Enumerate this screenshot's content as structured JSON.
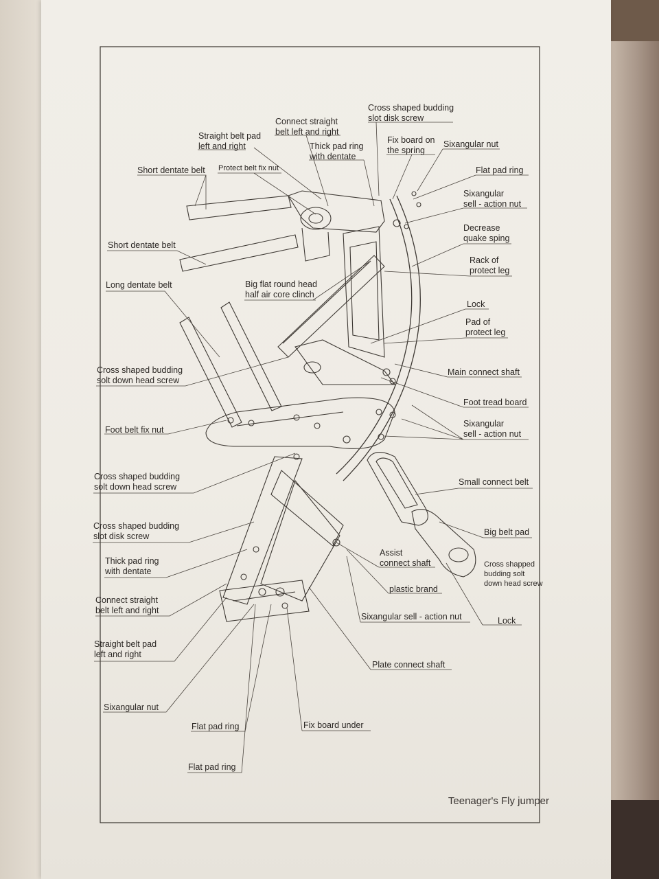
{
  "footer": "Teenager's Fly jumper",
  "labels": {
    "cross_shaped_budding_slot_disk_screw_top": "Cross shaped budding\nslot disk screw",
    "connect_straight_top": "Connect straight\nbelt left and right",
    "straight_belt_pad_top": "Straight belt pad\nleft and right",
    "thick_pad_ring_top": "Thick pad ring\nwith dentate",
    "fix_board_on_spring": "Fix board on\nthe spring",
    "sixangular_nut_top": "Sixangular nut",
    "short_dentate_belt_1": "Short dentate belt",
    "protect_belt_fix_nut": "Protect belt fix nut",
    "flat_pad_ring_top": "Flat pad ring",
    "sixangular_sell_top": "Sixangular\nsell - action nut",
    "decrease_quake_sping": "Decrease\nquake sping",
    "short_dentate_belt_2": "Short dentate belt",
    "rack_of_protect_leg": "Rack of\nprotect leg",
    "long_dentate_belt": "Long dentate belt",
    "big_flat_round_head": "Big flat round head\nhalf air core clinch",
    "lock_top": "Lock",
    "pad_of_protect_leg": "Pad of\nprotect leg",
    "cross_shaped_solt_down_1": "Cross shaped budding\nsolt down head screw",
    "main_connect_shaft": "Main connect shaft",
    "foot_tread_board": "Foot tread board",
    "foot_belt_fix_nut": "Foot belt fix nut",
    "sixangular_sell_mid": "Sixangular\nsell - action nut",
    "cross_shaped_solt_down_2": "Cross shaped budding\nsolt down head screw",
    "small_connect_belt": "Small connect belt",
    "cross_shaped_slot_disk_2": "Cross shaped budding\nslot disk screw",
    "big_belt_pad": "Big belt pad",
    "thick_pad_ring_bottom": "Thick pad ring\nwith dentate",
    "assist_connect_shaft": "Assist\nconnect shaft",
    "cross_shapped_budding": "Cross shapped\nbudding solt\ndown head screw",
    "plastic_brand": "plastic brand",
    "connect_straight_bottom": "Connect straight\nbelt left and right",
    "sixangular_sell_bottom": "Sixangular sell - action nut",
    "lock_bottom": "Lock",
    "straight_belt_pad_bottom": "Straight belt pad\nleft and right",
    "plate_connect_shaft": "Plate connect shaft",
    "sixangular_nut_bottom": "Sixangular nut",
    "flat_pad_ring_1": "Flat pad ring",
    "fix_board_under": "Fix board under",
    "flat_pad_ring_2": "Flat pad ring"
  }
}
